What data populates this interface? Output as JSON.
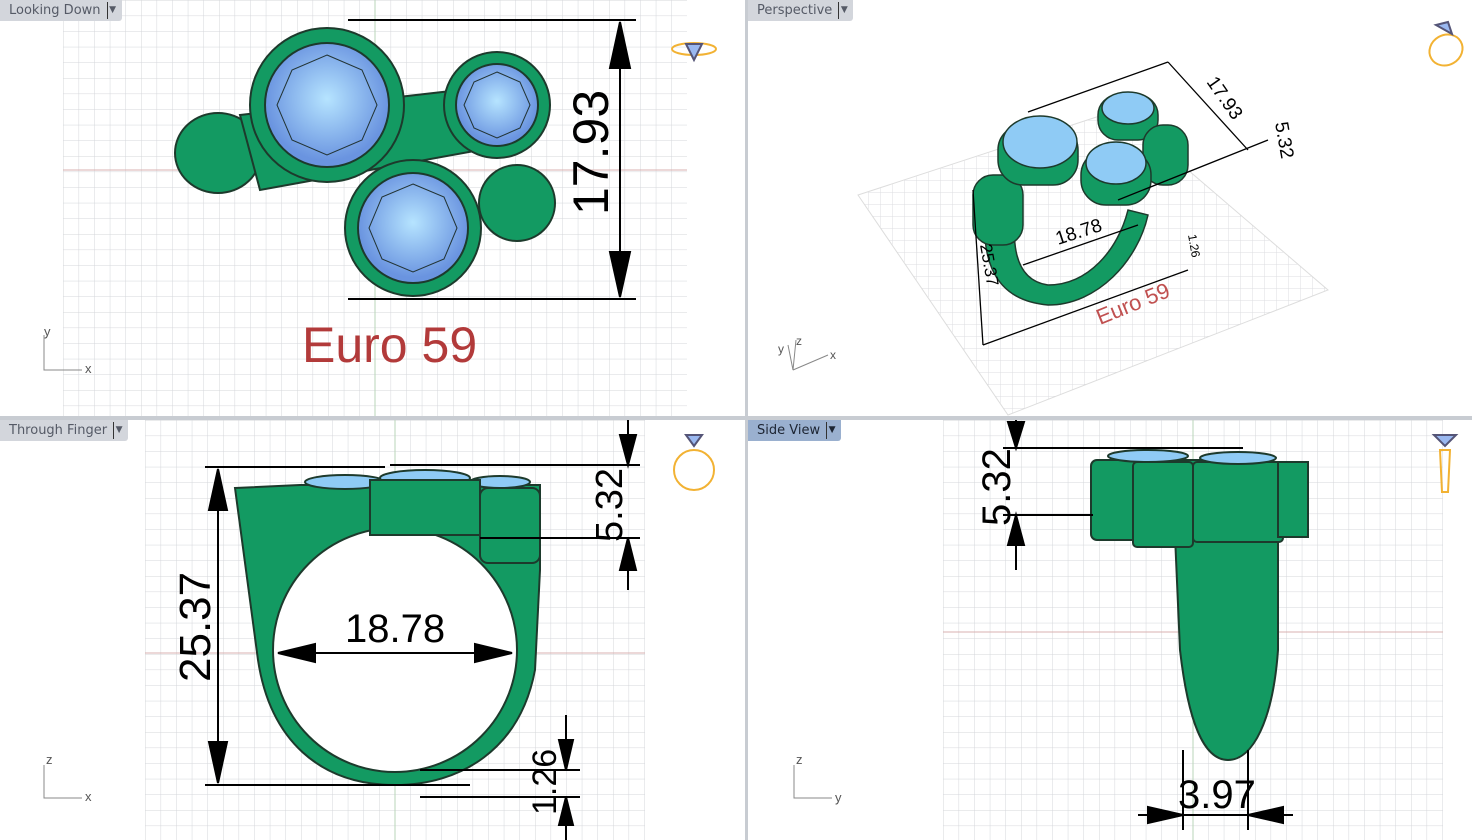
{
  "viewports": [
    {
      "title": "Looking Down",
      "active": false,
      "axes": [
        "y",
        "x"
      ],
      "dimension": "17.93",
      "label": "Euro 59"
    },
    {
      "title": "Perspective",
      "active": false,
      "axes": [
        "y",
        "z",
        "x"
      ],
      "dimensions": [
        "17.93",
        "5.32",
        "18.78",
        "25.37",
        "1.26"
      ],
      "label": "Euro 59"
    },
    {
      "title": "Through Finger",
      "active": false,
      "axes": [
        "z",
        "x"
      ],
      "dimensions": [
        "5.32",
        "25.37",
        "18.78",
        "1.26"
      ]
    },
    {
      "title": "Side View",
      "active": true,
      "axes": [
        "z",
        "y"
      ],
      "dimensions": [
        "5.32",
        "3.97"
      ]
    }
  ],
  "colors": {
    "metal": "#139a62",
    "gem": "#8fcbf5",
    "label": "#b23a3a",
    "grid": "#d4d6da",
    "active_tab": "#9ab0cf",
    "icon": "#f2b233"
  }
}
